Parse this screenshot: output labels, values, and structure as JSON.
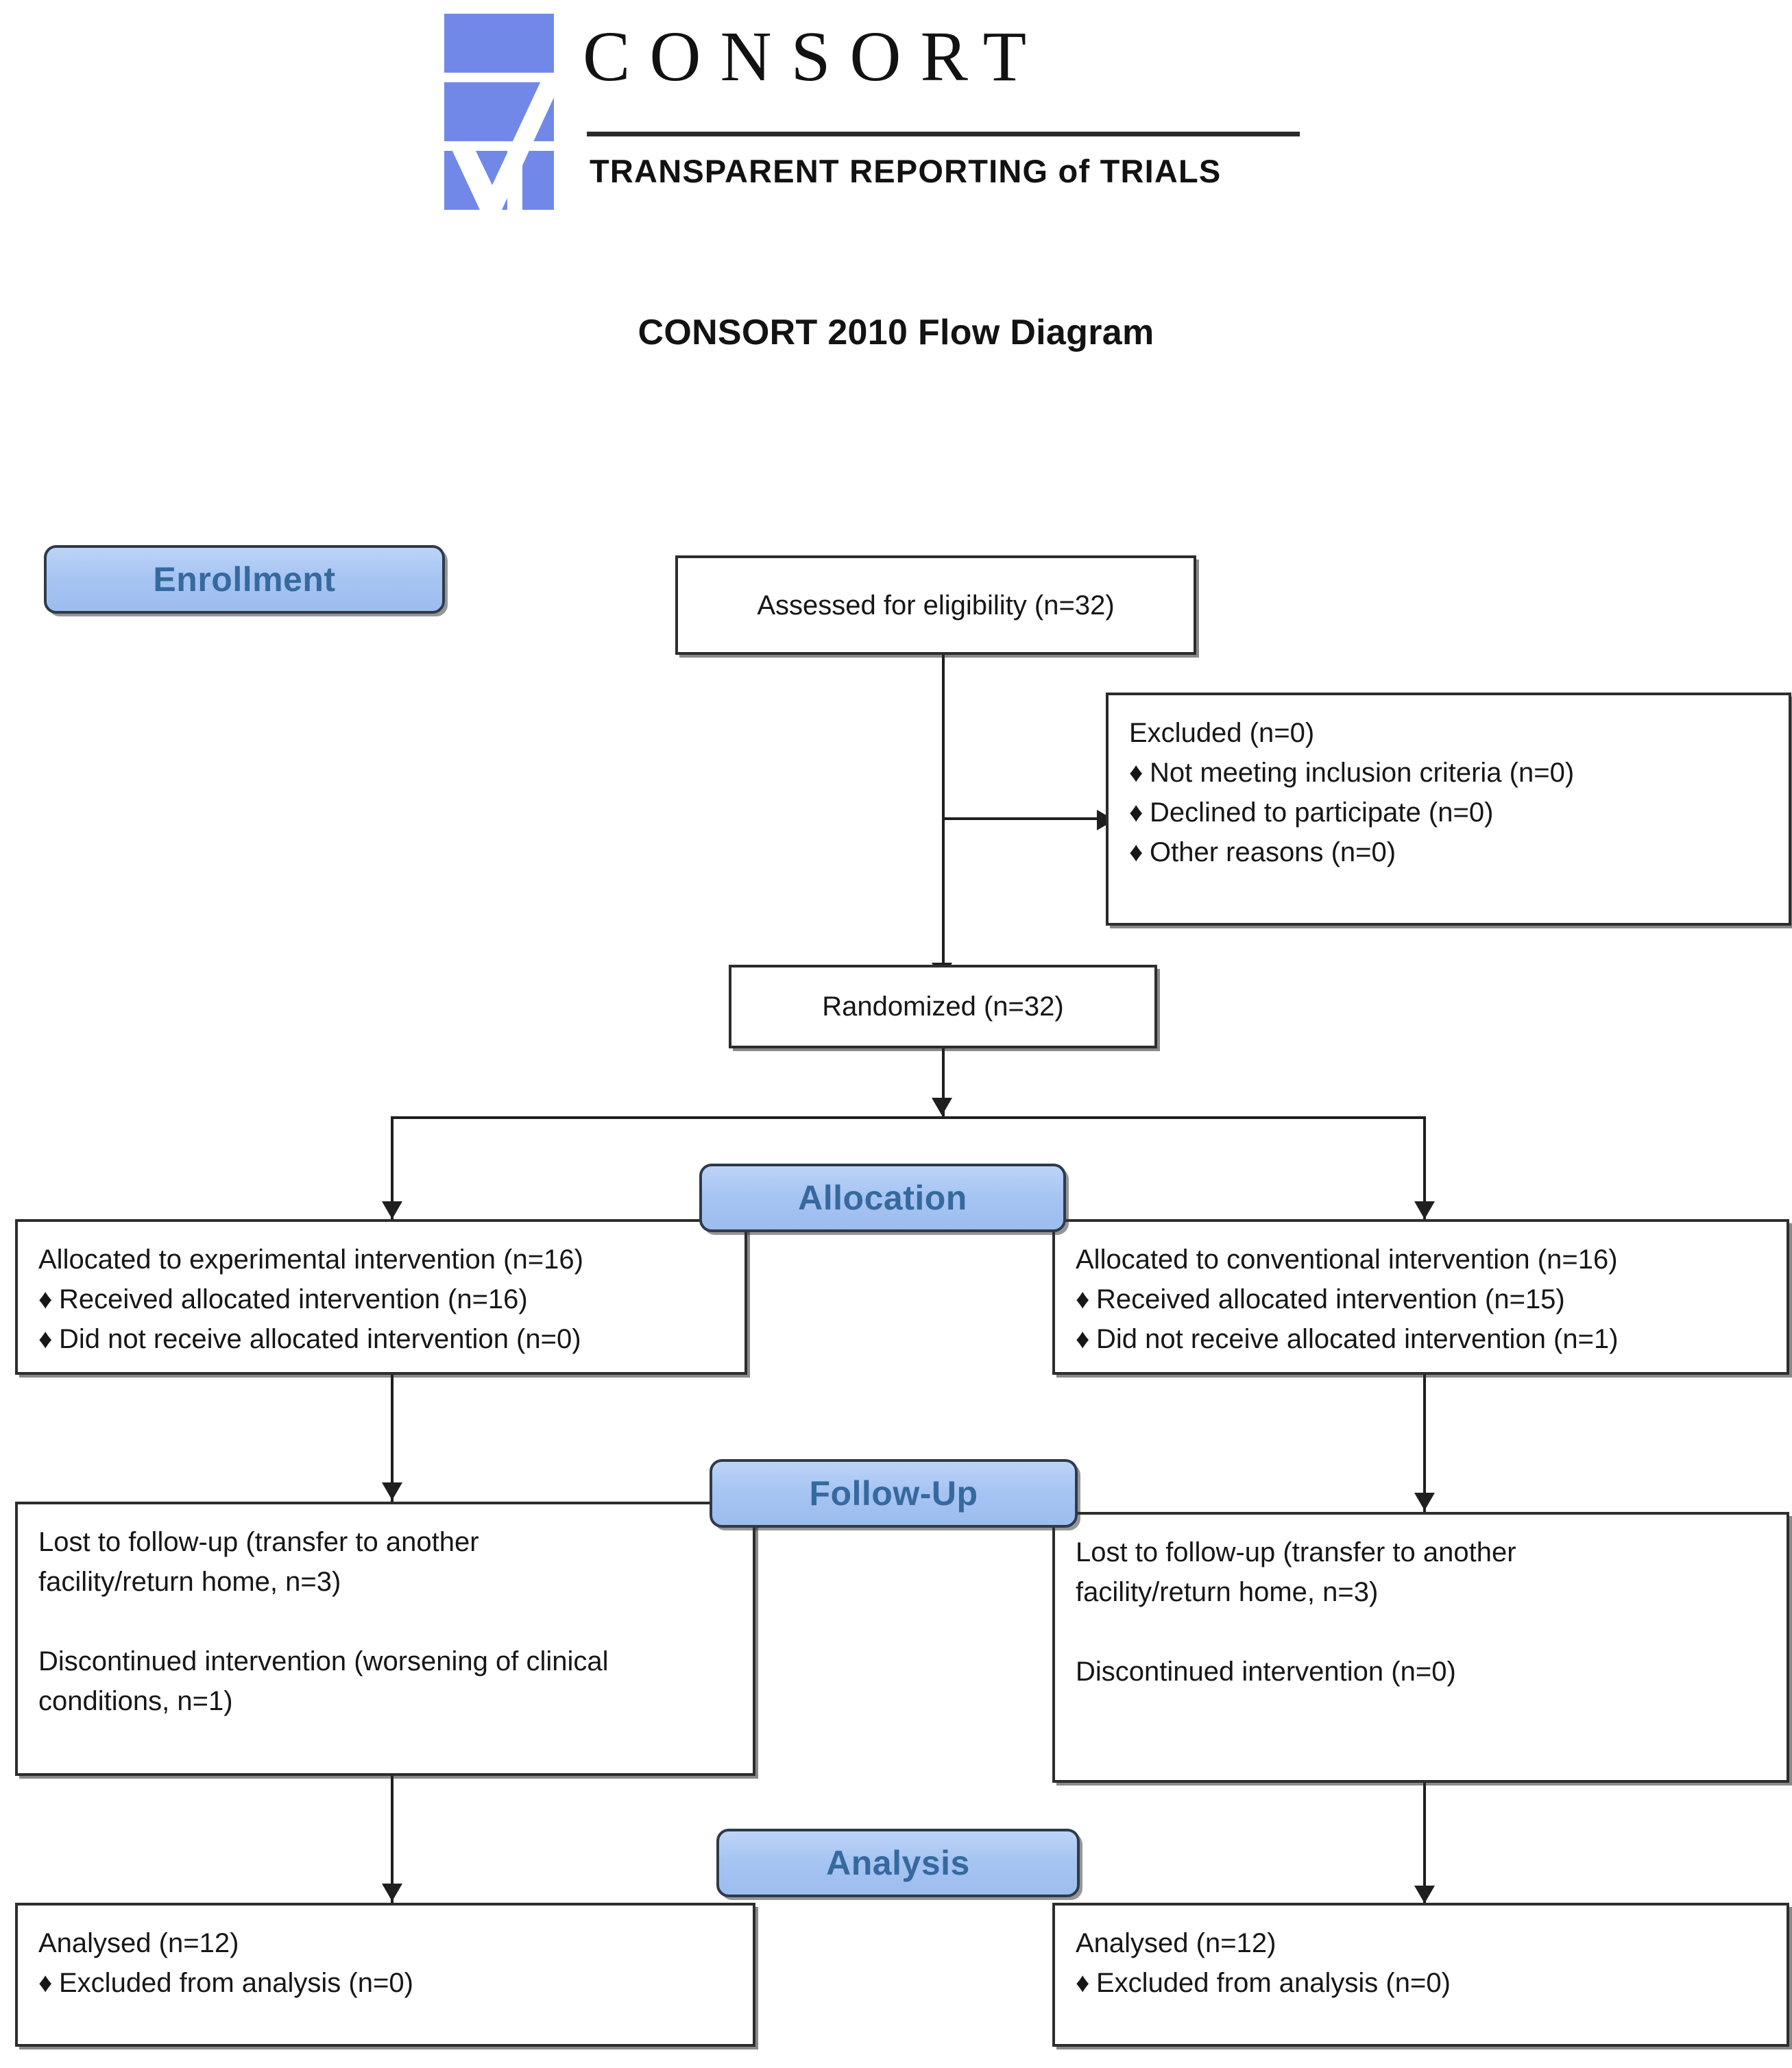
{
  "logo": {
    "wordmark": "CONSORT",
    "tagline": "TRANSPARENT REPORTING of TRIALS",
    "mark_color": "#7288E8"
  },
  "title": "CONSORT 2010 Flow Diagram",
  "colors": {
    "badge_fill": "#A6C4F2",
    "badge_text": "#36699E",
    "badge_border": "#2F3A4A",
    "box_border": "#2D2D2D",
    "logo_blue": "#7288E8",
    "line": "#1F1F1F"
  },
  "stages": {
    "enrollment": "Enrollment",
    "allocation": "Allocation",
    "followup": "Follow-Up",
    "analysis": "Analysis"
  },
  "boxes": {
    "eligibility": {
      "line1": "Assessed for eligibility (n=32)"
    },
    "excluded": {
      "heading": "Excluded (n=0)",
      "bullets": [
        "Not meeting inclusion criteria (n=0)",
        "Declined to participate (n=0)",
        "Other reasons (n=0)"
      ]
    },
    "randomized": {
      "line1": "Randomized (n=32)"
    },
    "alloc_left": {
      "heading": "Allocated to experimental intervention (n=16)",
      "bullets": [
        "Received allocated intervention (n=16)",
        "Did not receive allocated intervention (n=0)"
      ]
    },
    "alloc_right": {
      "heading": "Allocated to conventional intervention (n=16)",
      "bullets": [
        "Received allocated intervention (n=15)",
        "Did not receive allocated intervention (n=1)"
      ]
    },
    "follow_left": {
      "para1_line1": "Lost to follow-up (transfer to another",
      "para1_line2": "facility/return home, n=3)",
      "para2_line1": "Discontinued intervention (worsening of clinical",
      "para2_line2": "conditions, n=1)"
    },
    "follow_right": {
      "para1_line1": "Lost to follow-up (transfer to another",
      "para1_line2": "facility/return home, n=3)",
      "para2_line1": "Discontinued intervention (n=0)",
      "para2_line2": ""
    },
    "analysis_left": {
      "heading": "Analysed (n=12)",
      "bullets": [
        "Excluded from analysis (n=0)"
      ]
    },
    "analysis_right": {
      "heading": "Analysed (n=12)",
      "bullets": [
        "Excluded from analysis (n=0)"
      ]
    }
  },
  "bullet_glyph": "♦"
}
